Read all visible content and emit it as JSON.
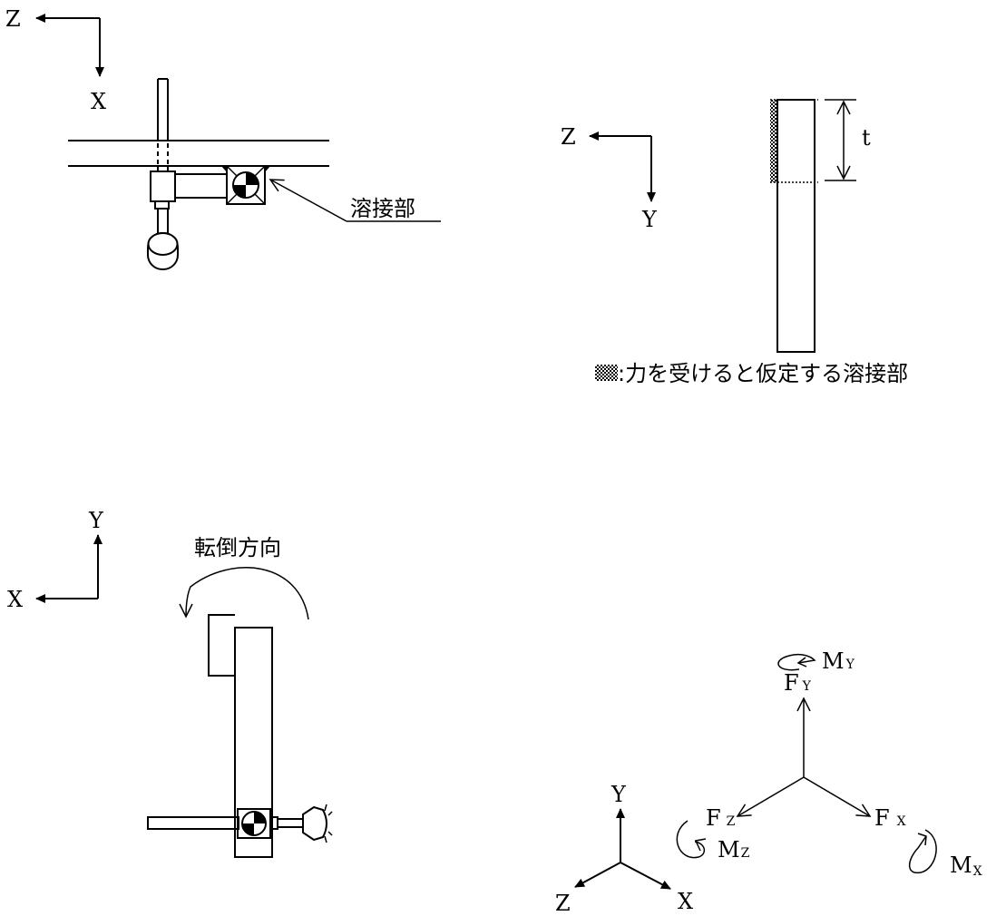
{
  "diagram": {
    "top_left_axes": {
      "z": "Z",
      "x": "X"
    },
    "weld_label": "溶接部",
    "top_right_axes": {
      "z": "Z",
      "y": "Y"
    },
    "thickness_label": "t",
    "legend_text": ":力を受けると仮定する溶接部",
    "bottom_left_axes": {
      "y": "Y",
      "x": "X"
    },
    "overturn_label": "転倒方向",
    "forces": {
      "fy": {
        "main": "F",
        "sub": "Y"
      },
      "fx": {
        "main": "F",
        "sub": "X"
      },
      "fz": {
        "main": "F",
        "sub": "Z"
      },
      "my": {
        "main": "M",
        "sub": "Y"
      },
      "mx": {
        "main": "M",
        "sub": "X"
      },
      "mz": {
        "main": "M",
        "sub": "Z"
      }
    },
    "bottom_right_axes": {
      "y": "Y",
      "z": "Z",
      "x": "X"
    }
  }
}
